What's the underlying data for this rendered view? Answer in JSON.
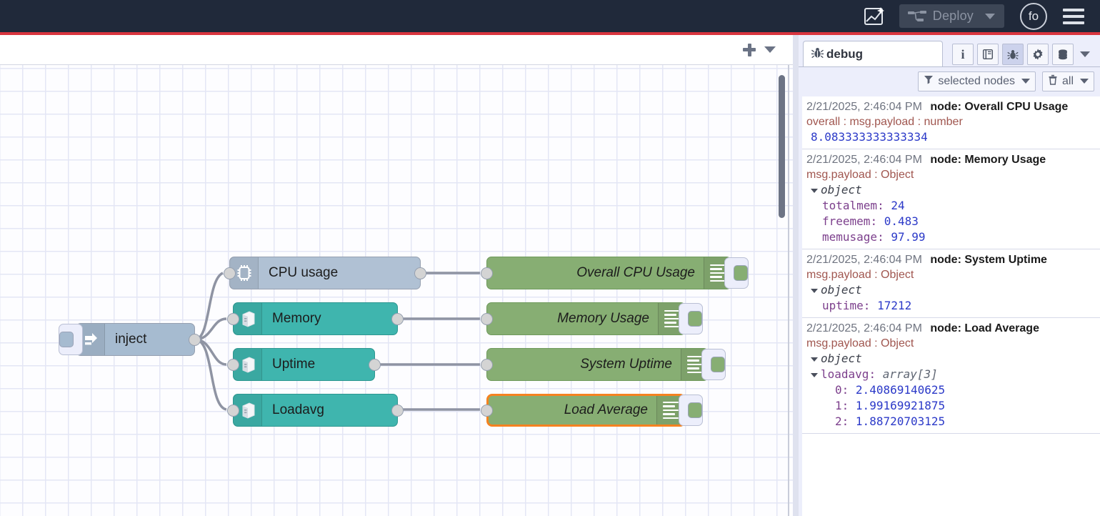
{
  "header": {
    "ai_icon": "ai-flow-icon",
    "deploy_label": "Deploy",
    "deploy_icon": "deploy-nodes-icon",
    "avatar_initials": "fo",
    "menu_icon": "hamburger-menu-icon",
    "accent_color": "#d9353f",
    "background_color": "#20293a"
  },
  "canvas_toolbar": {
    "add_tab_icon": "plus-icon",
    "more_icon": "chevron-down-icon"
  },
  "flow": {
    "nodes": [
      {
        "id": "inject",
        "label": "inject",
        "type": "inject",
        "icon": "arrow-right-icon",
        "color": "#a6bbd0"
      },
      {
        "id": "cpu",
        "label": "CPU usage",
        "type": "cpu",
        "icon": "microchip-icon",
        "color": "#b0c1d4"
      },
      {
        "id": "memory",
        "label": "Memory",
        "type": "teal",
        "icon": "server-icon",
        "color": "#3fb5ae"
      },
      {
        "id": "uptime",
        "label": "Uptime",
        "type": "teal",
        "icon": "server-icon",
        "color": "#3fb5ae"
      },
      {
        "id": "loadavg",
        "label": "Loadavg",
        "type": "teal",
        "icon": "server-icon",
        "color": "#3fb5ae"
      },
      {
        "id": "dbg1",
        "label": "Overall CPU Usage",
        "type": "debug",
        "icon": "debug-lines-icon",
        "color": "#87ae73",
        "selected": false
      },
      {
        "id": "dbg2",
        "label": "Memory Usage",
        "type": "debug",
        "icon": "debug-lines-icon",
        "color": "#87ae73",
        "selected": false
      },
      {
        "id": "dbg3",
        "label": "System Uptime",
        "type": "debug",
        "icon": "debug-lines-icon",
        "color": "#87ae73",
        "selected": false
      },
      {
        "id": "dbg4",
        "label": "Load Average",
        "type": "debug",
        "icon": "debug-lines-icon",
        "color": "#87ae73",
        "selected": true
      }
    ],
    "selection_color": "#f58220"
  },
  "sidebar": {
    "tab": {
      "label": "debug",
      "icon": "bug-icon"
    },
    "tools": [
      {
        "name": "info-icon",
        "glyph": "i",
        "active": false
      },
      {
        "name": "book-icon",
        "glyph": "book",
        "active": false
      },
      {
        "name": "bug-icon",
        "glyph": "bug",
        "active": true
      },
      {
        "name": "gear-icon",
        "glyph": "gear",
        "active": false
      },
      {
        "name": "database-icon",
        "glyph": "db",
        "active": false
      }
    ],
    "more_icon": "chevron-down-icon",
    "filters": [
      {
        "name": "filter-nodes-select",
        "icon": "filter-icon",
        "label": "selected nodes"
      },
      {
        "name": "clear-messages-select",
        "icon": "trash-icon",
        "label": "all"
      }
    ],
    "messages": [
      {
        "time": "2/21/2025, 2:46:04 PM",
        "node": "node: Overall CPU Usage",
        "topic": "overall : msg.payload : number",
        "kind": "value",
        "value": "8.083333333333334"
      },
      {
        "time": "2/21/2025, 2:46:04 PM",
        "node": "node: Memory Usage",
        "topic": "msg.payload : Object",
        "kind": "object",
        "root": "object",
        "props": [
          {
            "key": "totalmem",
            "value": "24",
            "indent": 2
          },
          {
            "key": "freemem",
            "value": "0.483",
            "indent": 2
          },
          {
            "key": "memusage",
            "value": "97.99",
            "indent": 2
          }
        ]
      },
      {
        "time": "2/21/2025, 2:46:04 PM",
        "node": "node: System Uptime",
        "topic": "msg.payload : Object",
        "kind": "object",
        "root": "object",
        "props": [
          {
            "key": "uptime",
            "value": "17212",
            "indent": 2
          }
        ]
      },
      {
        "time": "2/21/2025, 2:46:04 PM",
        "node": "node: Load Average",
        "topic": "msg.payload : Object",
        "kind": "object",
        "root": "object",
        "array_key": "loadavg",
        "array_type": "array[3]",
        "props": [
          {
            "key": "0",
            "value": "2.40869140625",
            "indent": 3
          },
          {
            "key": "1",
            "value": "1.99169921875",
            "indent": 3
          },
          {
            "key": "2",
            "value": "1.88720703125",
            "indent": 3
          }
        ]
      }
    ]
  }
}
